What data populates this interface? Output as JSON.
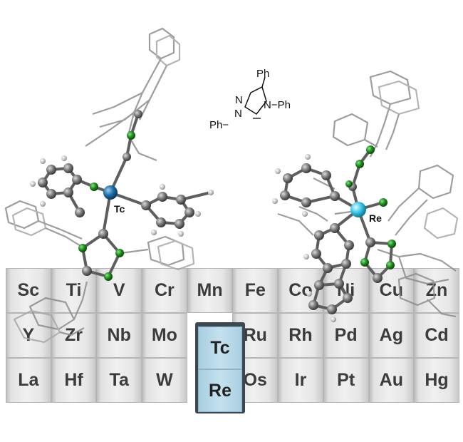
{
  "periodic_table": {
    "rows": [
      [
        "Sc",
        "Ti",
        "V",
        "Cr",
        "Mn",
        "Fe",
        "Co",
        "Ni",
        "Cu",
        "Zn"
      ],
      [
        "Y",
        "Zr",
        "Nb",
        "Mo",
        "",
        "Ru",
        "Rh",
        "Pd",
        "Ag",
        "Cd"
      ],
      [
        "La",
        "Hf",
        "Ta",
        "W",
        "",
        "Os",
        "Ir",
        "Pt",
        "Au",
        "Hg"
      ]
    ],
    "highlighted": [
      "Tc",
      "Re"
    ]
  },
  "complexes": {
    "left_metal": "Tc",
    "right_metal": "Re"
  },
  "ligand_scheme": {
    "top_substituent": "Ph",
    "right_substituent": "N−Ph",
    "left_substituent": "Ph−",
    "atom_n1": "N",
    "atom_n2": "N"
  },
  "colors": {
    "carbon": "#6e6e6e",
    "nitrogen": "#1e8c1e",
    "technetium": "#1c6fa8",
    "rhenium": "#38c6e6",
    "highlight_fill": "#b9dbea"
  }
}
